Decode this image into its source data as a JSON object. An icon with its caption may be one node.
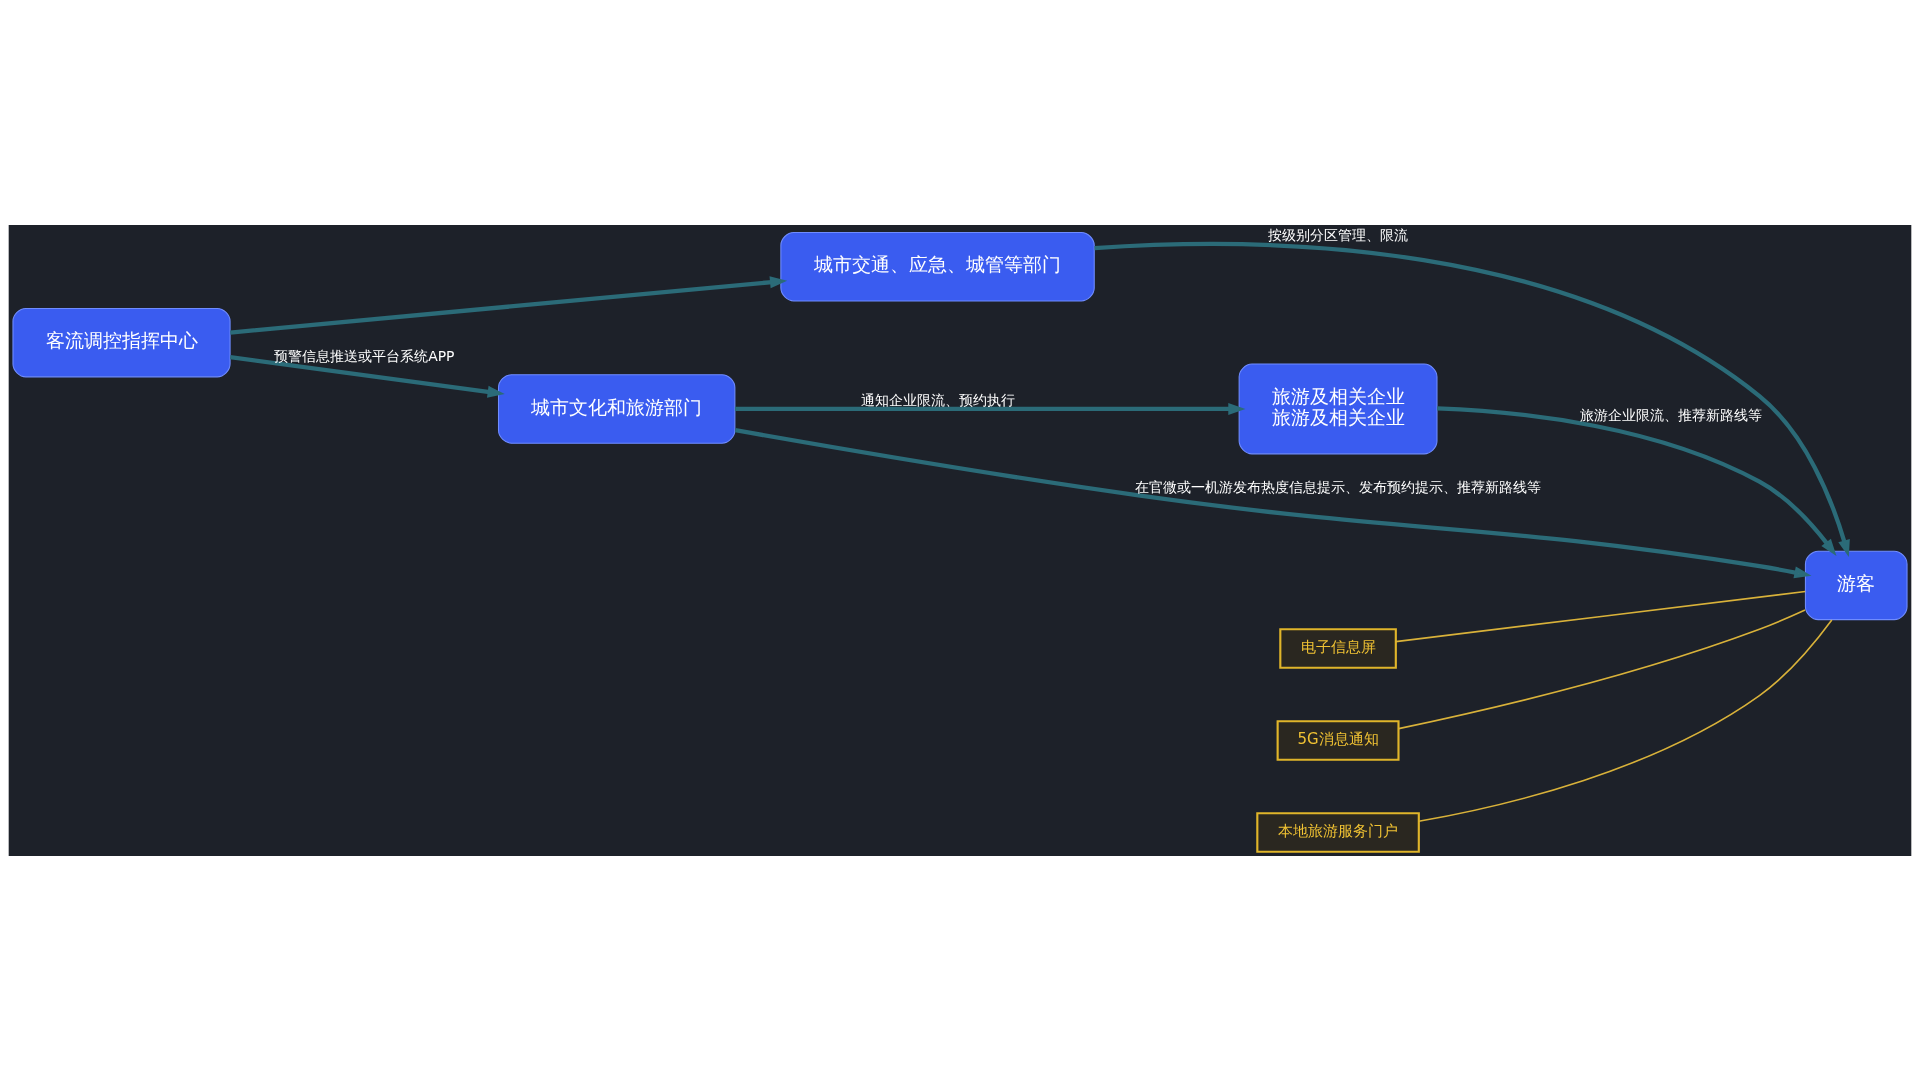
{
  "diagram": {
    "nodes": [
      {
        "text": [
          "客流调控指挥中心"
        ]
      },
      {
        "text": [
          "城市交通、应急、城管等部门"
        ]
      },
      {
        "text": [
          "旅游及相关企业",
          "旅游及相关企业"
        ]
      },
      {
        "text": [
          "城市文化和旅游部门"
        ]
      },
      {
        "text": [
          "游客"
        ]
      },
      {
        "text": [
          "电子信息屏"
        ]
      },
      {
        "text": [
          "5G消息通知"
        ]
      },
      {
        "text": [
          "本地旅游服务门户"
        ]
      }
    ],
    "edges": [
      {
        "from": 0,
        "to": 1,
        "arrow": "to"
      },
      {
        "from": 0,
        "to": 3,
        "arrow": "to",
        "label": "预警信息推送或平台系统APP"
      },
      {
        "from": 1,
        "to": 4,
        "arrow": "to",
        "label": "按级别分区管理、限流"
      },
      {
        "from": 2,
        "to": 4,
        "arrow": "to",
        "label": "旅游企业限流、推荐新路线等"
      },
      {
        "from": 3,
        "to": 2,
        "arrow": "to",
        "label": "通知企业限流、预约执行"
      },
      {
        "from": 3,
        "to": 4,
        "arrow": "to",
        "label": "在官微或一机游发布热度信息提示、发布预约提示、推荐新路线等"
      },
      {
        "from": 5,
        "to": 4,
        "arrow": "none",
        "color": "#d9b23a"
      },
      {
        "from": 6,
        "to": 4,
        "arrow": "none",
        "color": "#d9b23a"
      },
      {
        "from": 7,
        "to": 4,
        "arrow": "none",
        "color": "#d9b23a"
      }
    ]
  }
}
